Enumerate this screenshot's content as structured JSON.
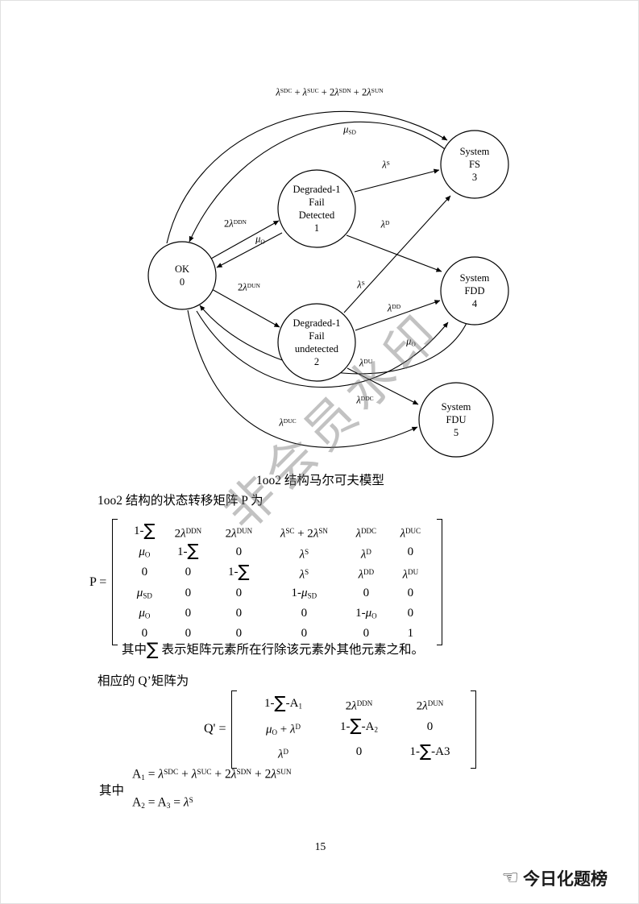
{
  "page": {
    "caption": "1oo2 结构马尔可夫模型",
    "intro": "1oo2 结构的状态转移矩阵 P 为",
    "sum_note": "其中∑ 表示矩阵元素所在行除该元素外其他元素之和。",
    "q_intro": "相应的 Q’矩阵为",
    "where_label": "其中",
    "page_number": "15",
    "watermark": "非会员水印",
    "footer_logo": "今日化题榜"
  },
  "diagram": {
    "nodes": [
      {
        "id": "ok",
        "label": "OK\n0"
      },
      {
        "id": "d1",
        "label": "Degraded-1\nFail\nDetected\n1"
      },
      {
        "id": "d2",
        "label": "Degraded-1\nFail\nundetected\n2"
      },
      {
        "id": "fs",
        "label": "System\nFS\n3"
      },
      {
        "id": "fdd",
        "label": "System\nFDD\n4"
      },
      {
        "id": "fdu",
        "label": "System\nFDU\n5"
      }
    ],
    "edge_labels": {
      "ok_fs": "λ^{SDC} + λ^{SUC} + 2λ^{SDN} + 2λ^{SUN}",
      "fs_ok": "μ_{SD}",
      "ok_d1": "2λ^{DDN}",
      "d1_ok": "μ_{O}",
      "ok_d2": "2λ^{DUN}",
      "d1_fs": "λ^{S}",
      "d1_fdd": "λ^{D}",
      "d2_fs": "λ^{S}",
      "d2_fdd": "λ^{DD}",
      "fdd_ok": "μ_{O}",
      "d2_fdu": "λ^{DU}",
      "ok_fdd": "λ^{DDC}",
      "ok_fdu": "λ^{DUC}"
    }
  },
  "matrix_p": {
    "lhs": "P =",
    "rows": [
      [
        "1-∑",
        "2λ^{DDN}",
        "2λ^{DUN}",
        "λ^{SC} + 2λ^{SN}",
        "λ^{DDC}",
        "λ^{DUC}"
      ],
      [
        "μ_{O}",
        "1-∑",
        "0",
        "λ^{S}",
        "λ^{D}",
        "0"
      ],
      [
        "0",
        "0",
        "1-∑",
        "λ^{S}",
        "λ^{DD}",
        "λ^{DU}"
      ],
      [
        "μ_{SD}",
        "0",
        "0",
        "1-μ_{SD}",
        "0",
        "0"
      ],
      [
        "μ_{O}",
        "0",
        "0",
        "0",
        "1-μ_{O}",
        "0"
      ],
      [
        "0",
        "0",
        "0",
        "0",
        "0",
        "1"
      ]
    ]
  },
  "matrix_q": {
    "lhs": "Q' =",
    "rows": [
      [
        "1-∑-A_{1}",
        "2λ^{DDN}",
        "2λ^{DUN}"
      ],
      [
        "μ_{O} + λ^{D}",
        "1-∑-A_{2}",
        "0"
      ],
      [
        "λ^{D}",
        "0",
        "1-∑-A3"
      ]
    ]
  },
  "definitions": [
    "A_{1} = λ^{SDC} + λ^{SUC} + 2λ^{SDN} + 2λ^{SUN}",
    "A_{2} = A_{3} = λ^{S}"
  ]
}
